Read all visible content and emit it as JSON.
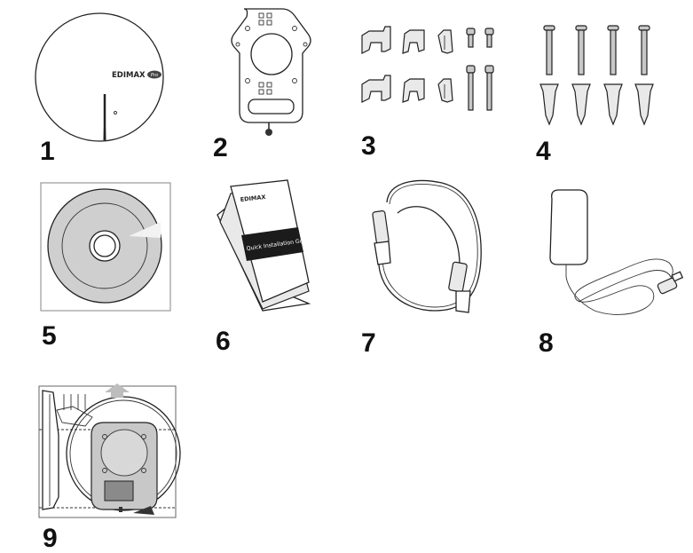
{
  "items": [
    {
      "id": "1",
      "number": "1",
      "icon": "access-point-icon",
      "brand": "EDIMAX",
      "sub": "Pro"
    },
    {
      "id": "2",
      "number": "2",
      "icon": "mounting-bracket-icon"
    },
    {
      "id": "3",
      "number": "3",
      "icon": "clips-and-screws-icon"
    },
    {
      "id": "4",
      "number": "4",
      "icon": "screws-and-anchors-icon"
    },
    {
      "id": "5",
      "number": "5",
      "icon": "cd-disc-icon"
    },
    {
      "id": "6",
      "number": "6",
      "icon": "quick-guide-icon",
      "brand": "EDIMAX",
      "guide_title": "Quick Installation Guide"
    },
    {
      "id": "7",
      "number": "7",
      "icon": "ethernet-cable-icon"
    },
    {
      "id": "8",
      "number": "8",
      "icon": "power-adapter-icon"
    },
    {
      "id": "9",
      "number": "9",
      "icon": "installation-diagram-icon"
    }
  ]
}
